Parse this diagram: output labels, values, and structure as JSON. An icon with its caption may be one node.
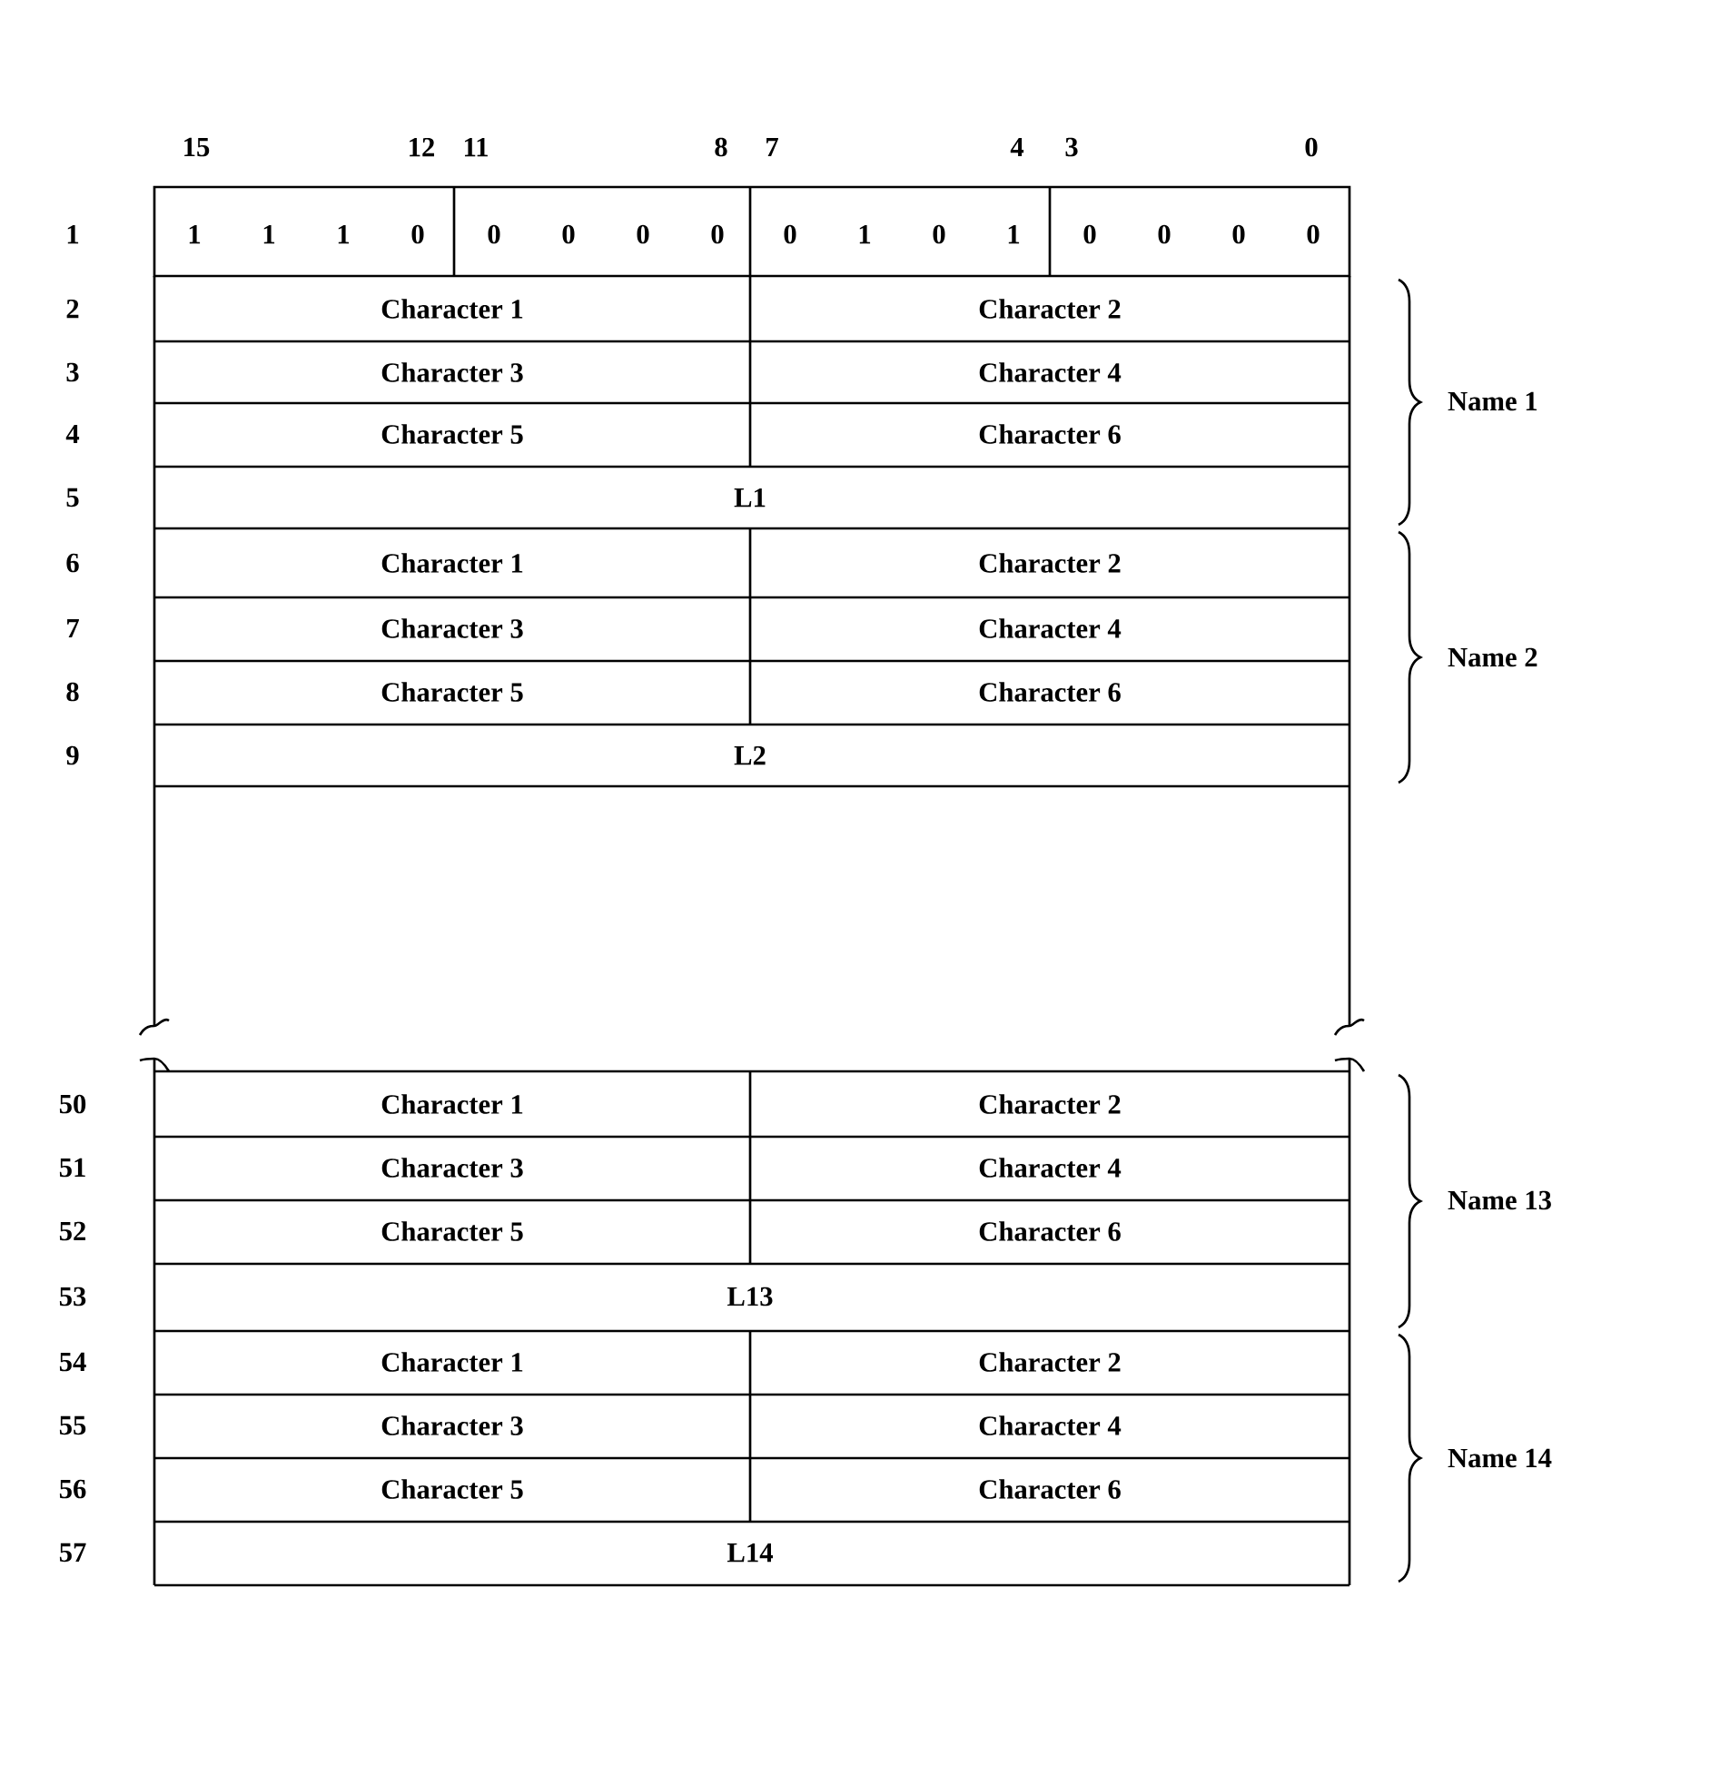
{
  "diagram": {
    "labels": [
      "15",
      "12",
      "11",
      "8",
      "7",
      "4",
      "3",
      "0",
      "1",
      "1",
      "1",
      "1",
      "0",
      "0",
      "0",
      "0",
      "0",
      "0",
      "1",
      "0",
      "1",
      "0",
      "0",
      "0",
      "0",
      "2",
      "Character 1",
      "Character 2",
      "3",
      "Character 3",
      "Character 4",
      "4",
      "Character 5",
      "Character 6",
      "5",
      "L1",
      "Name 1",
      "6",
      "Character 1",
      "Character 2",
      "7",
      "Character 3",
      "Character 4",
      "8",
      "Character 5",
      "Character 6",
      "9",
      "L2",
      "Name 2",
      "50",
      "Character 1",
      "Character 2",
      "51",
      "Character 3",
      "Character 4",
      "52",
      "Character 5",
      "Character 6",
      "53",
      "L13",
      "Name 13",
      "54",
      "Character 1",
      "Character 2",
      "55",
      "Character 3",
      "Character 4",
      "56",
      "Character 5",
      "Character 6",
      "57",
      "L14",
      "Name 14"
    ]
  }
}
